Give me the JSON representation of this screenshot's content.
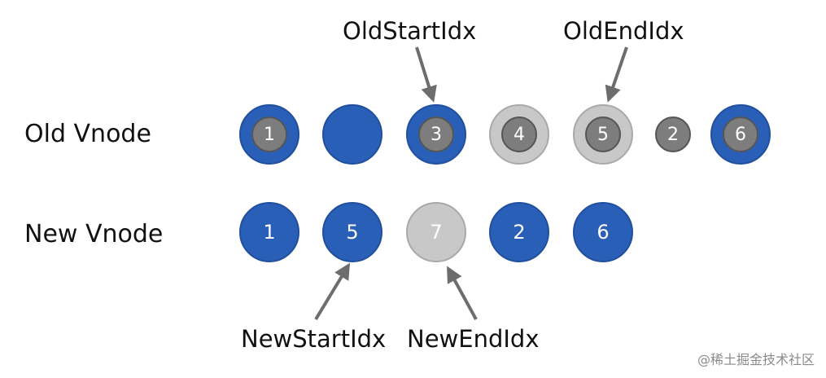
{
  "rows": {
    "old_label": "Old Vnode",
    "new_label": "New Vnode"
  },
  "pointers": {
    "old_start": "OldStartIdx",
    "old_end": "OldEndIdx",
    "new_start": "NewStartIdx",
    "new_end": "NewEndIdx"
  },
  "old_vnodes": [
    {
      "outer": "blue",
      "inner": "1"
    },
    {
      "outer": "blue",
      "inner": ""
    },
    {
      "outer": "blue",
      "inner": "3"
    },
    {
      "outer": "light-gray",
      "inner": "4"
    },
    {
      "outer": "light-gray",
      "inner": "5"
    },
    {
      "outer": "none",
      "inner": "2"
    },
    {
      "outer": "blue",
      "inner": "6"
    }
  ],
  "new_vnodes": [
    {
      "fill": "blue",
      "label": "1"
    },
    {
      "fill": "blue",
      "label": "5"
    },
    {
      "fill": "light-gray",
      "label": "7"
    },
    {
      "fill": "blue",
      "label": "2"
    },
    {
      "fill": "blue",
      "label": "6"
    }
  ],
  "colors": {
    "blue": "#2a5fb8",
    "blue_border": "#214f9e",
    "light_gray": "#c8c8c8",
    "light_gray_border": "#a9a9a9",
    "inner_gray": "#7d7d7d",
    "inner_gray_border": "#555555",
    "arrow": "#6d6d6d"
  },
  "watermark": "@稀土掘金技术社区"
}
